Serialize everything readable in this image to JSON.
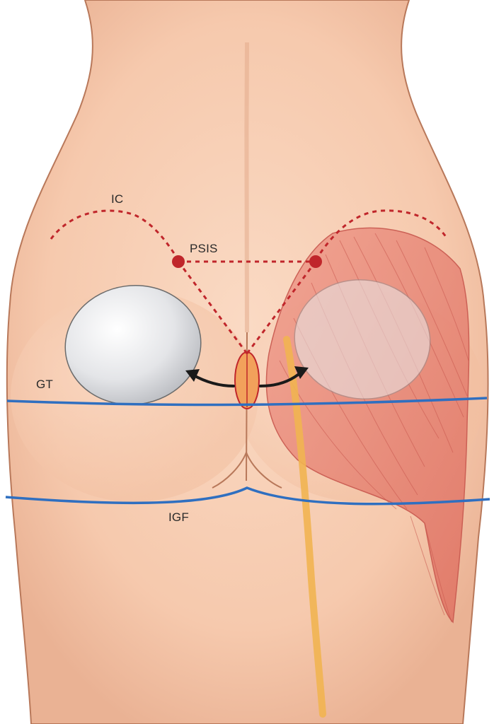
{
  "labels": {
    "ic": "IC",
    "psis": "PSIS",
    "gt": "GT",
    "igf": "IGF"
  },
  "colors": {
    "skin": "#f6cbb0",
    "skin_shadow": "#e3a98a",
    "outline": "#b8785a",
    "dotted_line": "#c0262b",
    "landmark_line": "#2f6fc0",
    "muscle": "#e8877a",
    "muscle_fiber": "#c8564d",
    "nerve": "#f1b451",
    "implant": "#d9dade",
    "arrow": "#1a1a1a"
  },
  "icons": [
    "implant-left",
    "implant-right-under-muscle",
    "incision",
    "pocket-arrow-left",
    "pocket-arrow-right",
    "psis-point-left",
    "psis-point-right"
  ]
}
